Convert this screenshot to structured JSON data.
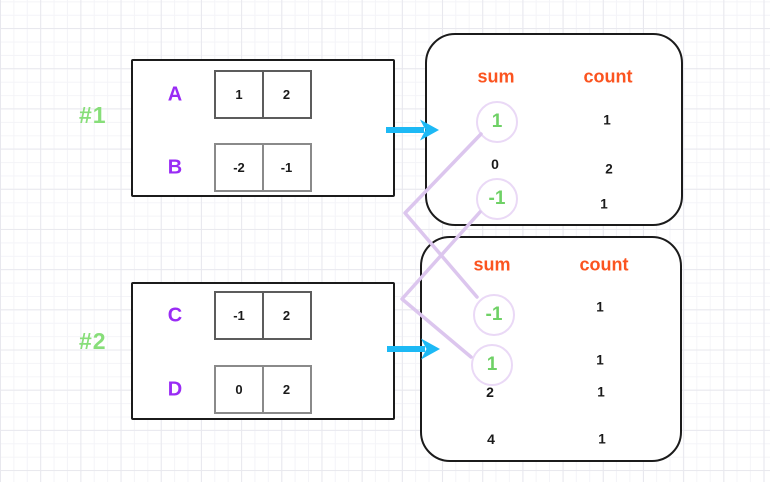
{
  "colors": {
    "example_label_green": "#87de79",
    "array_name_purple": "#9a2cf5",
    "header_orange": "#fb5420",
    "matched_sum_green": "#6fd166",
    "connector_lavender": "#dcc6ee",
    "circle_lavender": "#ead9f6",
    "arrow_cyan": "#1db9f5"
  },
  "examples": [
    {
      "label": "#1",
      "arrays": [
        {
          "name": "A",
          "values": [
            "1",
            "2"
          ]
        },
        {
          "name": "B",
          "values": [
            "-2",
            "-1"
          ]
        }
      ],
      "table": {
        "sum_header": "sum",
        "count_header": "count",
        "rows": [
          {
            "sum": "1",
            "count": "1",
            "circled": true
          },
          {
            "sum": "0",
            "count": "2",
            "circled": false
          },
          {
            "sum": "-1",
            "count": "1",
            "circled": true
          }
        ]
      }
    },
    {
      "label": "#2",
      "arrays": [
        {
          "name": "C",
          "values": [
            "-1",
            "2"
          ]
        },
        {
          "name": "D",
          "values": [
            "0",
            "2"
          ]
        }
      ],
      "table": {
        "sum_header": "sum",
        "count_header": "count",
        "rows": [
          {
            "sum": "-1",
            "count": "1",
            "circled": true
          },
          {
            "sum": "1",
            "count": "1",
            "circled": true
          },
          {
            "sum": "2",
            "count": "1",
            "circled": false
          },
          {
            "sum": "4",
            "count": "1",
            "circled": false
          }
        ]
      }
    }
  ]
}
